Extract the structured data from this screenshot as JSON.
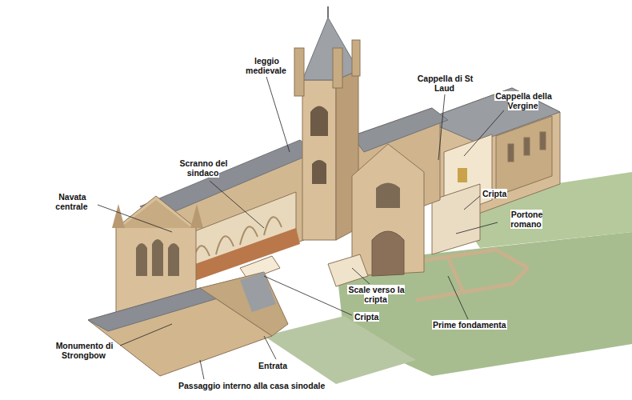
{
  "diagram": {
    "labels": [
      "leggio medievale",
      "Cappella di St Laud",
      "Cappella della Vergine",
      "Scranno del sindaco",
      "Navata centrale",
      "Cripta",
      "Portone romano",
      "Scale verso la cripta",
      "Cripta",
      "Prime fondamenta",
      "Monumento di Strongbow",
      "Entrata",
      "Passaggio interno alla casa sinodale"
    ]
  }
}
